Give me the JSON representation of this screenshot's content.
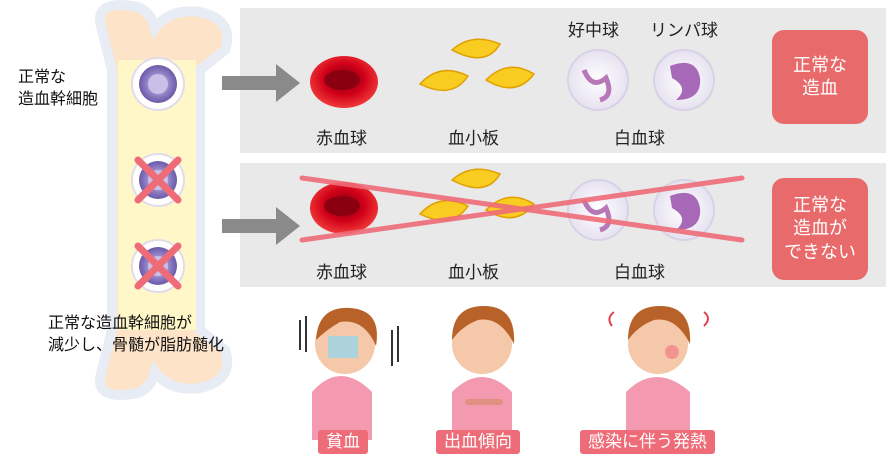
{
  "left": {
    "normal_stem_cell": "正常な\n造血幹細胞",
    "marrow_caption": "正常な造血幹細胞が\n減少し、骨髄が脂肪髄化"
  },
  "top_row": {
    "labels": {
      "rbc": "赤血球",
      "platelet": "血小板",
      "wbc": "白血球",
      "neutrophil": "好中球",
      "lymphocyte": "リンパ球"
    },
    "status": "正常な\n造血"
  },
  "bottom_row": {
    "labels": {
      "rbc": "赤血球",
      "platelet": "血小板",
      "wbc": "白血球"
    },
    "status": "正常な\n造血が\nできない"
  },
  "symptoms": [
    "貧血",
    "出血傾向",
    "感染に伴う発熱"
  ],
  "colors": {
    "status_box": "#e86a6a",
    "symptom_tag": "#ee6c78",
    "cross": "#ee6c78",
    "panel": "#e9e9e9",
    "arrow": "#8a8a8a"
  }
}
